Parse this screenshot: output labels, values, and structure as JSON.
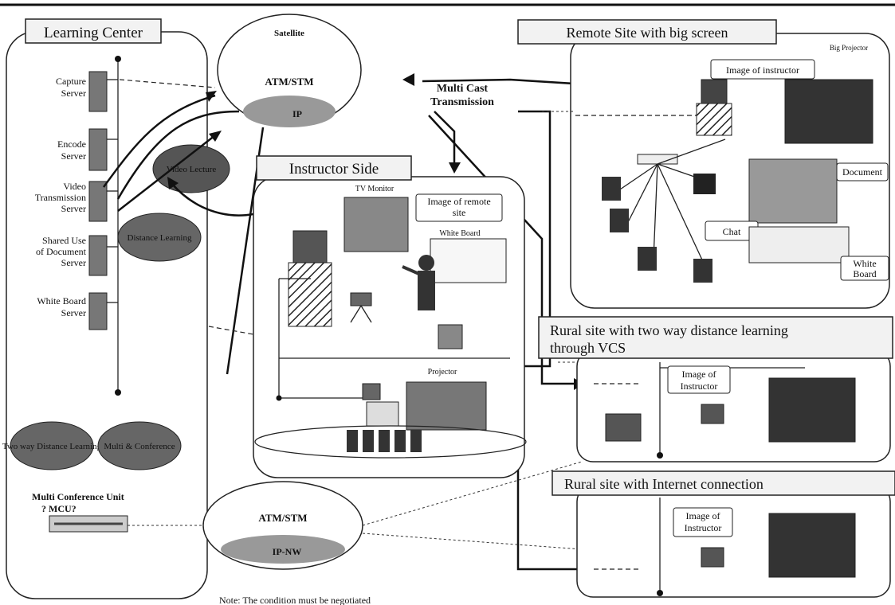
{
  "learning_center": {
    "title": "Learning Center",
    "servers": [
      {
        "label_1": "Capture",
        "label_2": "Server"
      },
      {
        "label_1": "Encode",
        "label_2": "Server"
      },
      {
        "label_1": "Video",
        "label_2": "Transmission",
        "label_3": "Server"
      },
      {
        "label_1": "Shared Use",
        "label_2": "of Document",
        "label_3": "Server"
      },
      {
        "label_1": "White Board",
        "label_2": "Server"
      }
    ],
    "mcu_label_1": "Multi Conference Unit",
    "mcu_label_2": "? MCU?",
    "bubbles": [
      "Two way Distance Learning",
      "Multi & Conference"
    ]
  },
  "satellite": {
    "title": "Satellite",
    "atm": "ATM/STM",
    "ip": "IP"
  },
  "ground_network": {
    "atm": "ATM/STM",
    "ipnw": "IP-NW"
  },
  "bubbles": {
    "video_lecture": "Video Lecture",
    "distance_learning": "Distance Learning"
  },
  "multicast": {
    "line1": "Multi Cast",
    "line2": "Transmission"
  },
  "instructor_side": {
    "title": "Instructor Side",
    "tv_monitor": "TV Monitor",
    "remote_image_1": "Image of remote",
    "remote_image_2": "site",
    "white_board": "White Board",
    "projector": "Projector"
  },
  "remote_site": {
    "title": "Remote Site with big screen",
    "big_projector": "Big Projector",
    "image_instructor": "Image of instructor",
    "document": "Document",
    "chat": "Chat",
    "white_board_1": "White",
    "white_board_2": "Board"
  },
  "rural_vcs": {
    "title_1": "Rural site with two way distance learning",
    "title_2": "through VCS",
    "image_1": "Image of",
    "image_2": "Instructor"
  },
  "rural_internet": {
    "title": "Rural site with Internet connection",
    "image_1": "Image of",
    "image_2": "Instructor"
  },
  "note": "Note: The condition must be negotiated"
}
